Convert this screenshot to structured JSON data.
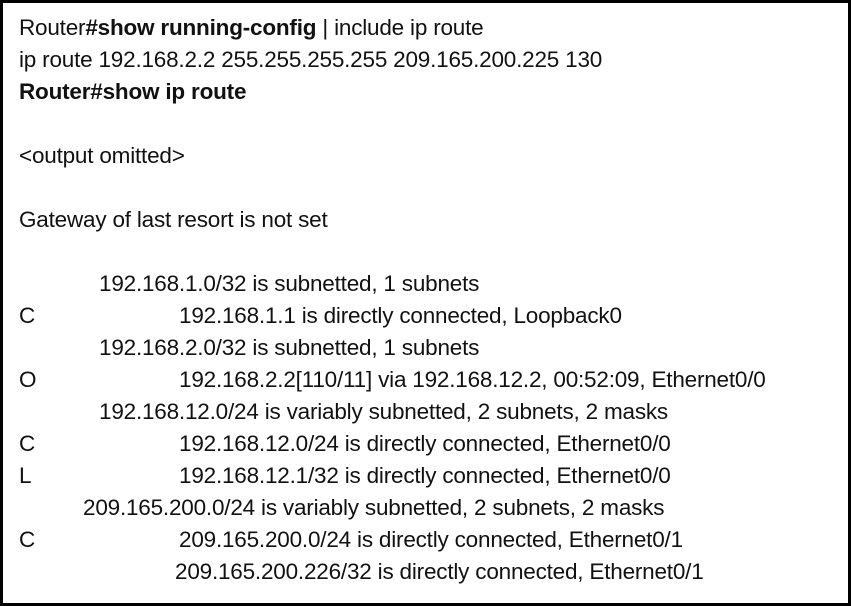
{
  "terminal": {
    "device_prompt": "Router#",
    "lines": [
      {
        "id": "cmd-running-config",
        "kind": "command",
        "segments": [
          {
            "text": "Router",
            "bold": false
          },
          {
            "text": "#show running-config",
            "bold": true
          },
          {
            "text": " | include ip route",
            "bold": false
          }
        ],
        "plain": "Router#show running-config | include ip route"
      },
      {
        "id": "static-route-config",
        "kind": "output",
        "text": "ip route 192.168.2.2 255.255.255.255 209.165.200.225 130"
      },
      {
        "id": "cmd-show-ip-route",
        "kind": "command",
        "segments": [
          {
            "text": "Router#show ip route",
            "bold": true
          }
        ],
        "plain": "Router#show ip route"
      },
      {
        "id": "blank-1",
        "kind": "blank",
        "text": ""
      },
      {
        "id": "output-omitted",
        "kind": "output",
        "text": "<output omitted>"
      },
      {
        "id": "blank-2",
        "kind": "blank",
        "text": ""
      },
      {
        "id": "gateway-of-last-resort",
        "kind": "output",
        "text": "Gateway of last resort is not set"
      },
      {
        "id": "blank-3",
        "kind": "blank",
        "text": ""
      }
    ],
    "routing_table": [
      {
        "id": "subnet-header-192-168-1",
        "row_type": "subnet-header",
        "code": "",
        "indent": "hdr",
        "text": "192.168.1.0/32 is subnetted, 1 subnets"
      },
      {
        "id": "route-192-168-1-1",
        "row_type": "route",
        "code": "C",
        "indent": "entry",
        "text": "192.168.1.1 is directly connected, Loopback0"
      },
      {
        "id": "subnet-header-192-168-2",
        "row_type": "subnet-header",
        "code": "",
        "indent": "hdr",
        "text": "192.168.2.0/32 is subnetted, 1 subnets"
      },
      {
        "id": "route-192-168-2-2",
        "row_type": "route",
        "code": "O",
        "indent": "entry",
        "text": "192.168.2.2[110/11] via 192.168.12.2, 00:52:09, Ethernet0/0"
      },
      {
        "id": "subnet-header-192-168-12",
        "row_type": "subnet-header",
        "code": "",
        "indent": "hdr",
        "text": "192.168.12.0/24 is variably subnetted, 2 subnets, 2 masks"
      },
      {
        "id": "route-192-168-12-0",
        "row_type": "route",
        "code": "C",
        "indent": "entry",
        "text": "192.168.12.0/24 is directly connected, Ethernet0/0"
      },
      {
        "id": "route-192-168-12-1",
        "row_type": "route",
        "code": "L",
        "indent": "entry",
        "text": "192.168.12.1/32 is directly connected, Ethernet0/0"
      },
      {
        "id": "subnet-header-209-165-200",
        "row_type": "subnet-header",
        "code": "",
        "indent": "hdr-wide",
        "text": "209.165.200.0/24 is variably subnetted, 2 subnets, 2 masks"
      },
      {
        "id": "route-209-165-200-0",
        "row_type": "route",
        "code": "C",
        "indent": "entry",
        "text": "209.165.200.0/24 is directly connected, Ethernet0/1"
      },
      {
        "id": "route-209-165-200-226",
        "row_type": "route",
        "code": "",
        "indent": "entry-b",
        "text": "209.165.200.226/32 is directly connected, Ethernet0/1"
      }
    ]
  },
  "colors": {
    "background": "#ffffff",
    "text": "#111111",
    "border": "#000000"
  }
}
